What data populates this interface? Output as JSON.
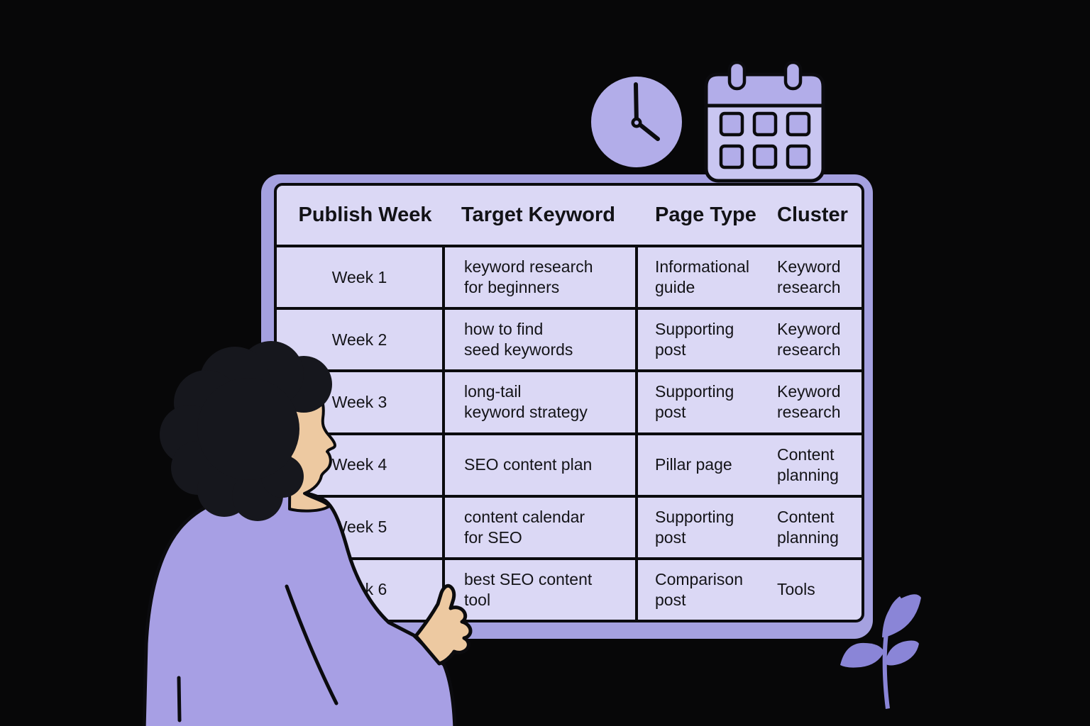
{
  "illustration": {
    "description": "SEO content calendar schedule board with a person pointing at it",
    "background_color": "#070708",
    "colors": {
      "frame_purple": "#a5a1e0",
      "panel_lavender": "#dbd8f5",
      "icon_purple": "#b2ade9",
      "calendar_body": "#c9c6f1",
      "sweater_purple": "#a79fe4",
      "skin": "#edc9a1",
      "hair": "#16171d",
      "plant_purple": "#8a85d7",
      "outline_black": "#0b0b0e"
    },
    "decorations": [
      "clock-icon",
      "calendar-icon",
      "person-pointing",
      "plant-sprout"
    ],
    "clock_time_shown": "4:00"
  },
  "table": {
    "headers": {
      "publish_week": "Publish Week",
      "target_keyword": "Target Keyword",
      "page_type": "Page Type",
      "cluster": "Cluster"
    },
    "rows": [
      {
        "week": "Week 1",
        "keyword": "keyword research\nfor beginners",
        "page_type": "Informational\nguide",
        "cluster": "Keyword\nresearch"
      },
      {
        "week": "Week 2",
        "keyword": "how to find\nseed keywords",
        "page_type": "Supporting\npost",
        "cluster": "Keyword\nresearch"
      },
      {
        "week": "Week 3",
        "keyword": "long-tail\nkeyword strategy",
        "page_type": "Supporting\npost",
        "cluster": "Keyword\nresearch"
      },
      {
        "week": "Week 4",
        "keyword": "SEO content plan",
        "page_type": "Pillar page",
        "cluster": "Content\nplanning"
      },
      {
        "week": "Week 5",
        "keyword": "content calendar\nfor SEO",
        "page_type": "Supporting\npost",
        "cluster": "Content\nplanning"
      },
      {
        "week": "Week 6",
        "keyword": "best SEO content\ntool",
        "page_type": "Comparison\npost",
        "cluster": "Tools"
      }
    ]
  }
}
